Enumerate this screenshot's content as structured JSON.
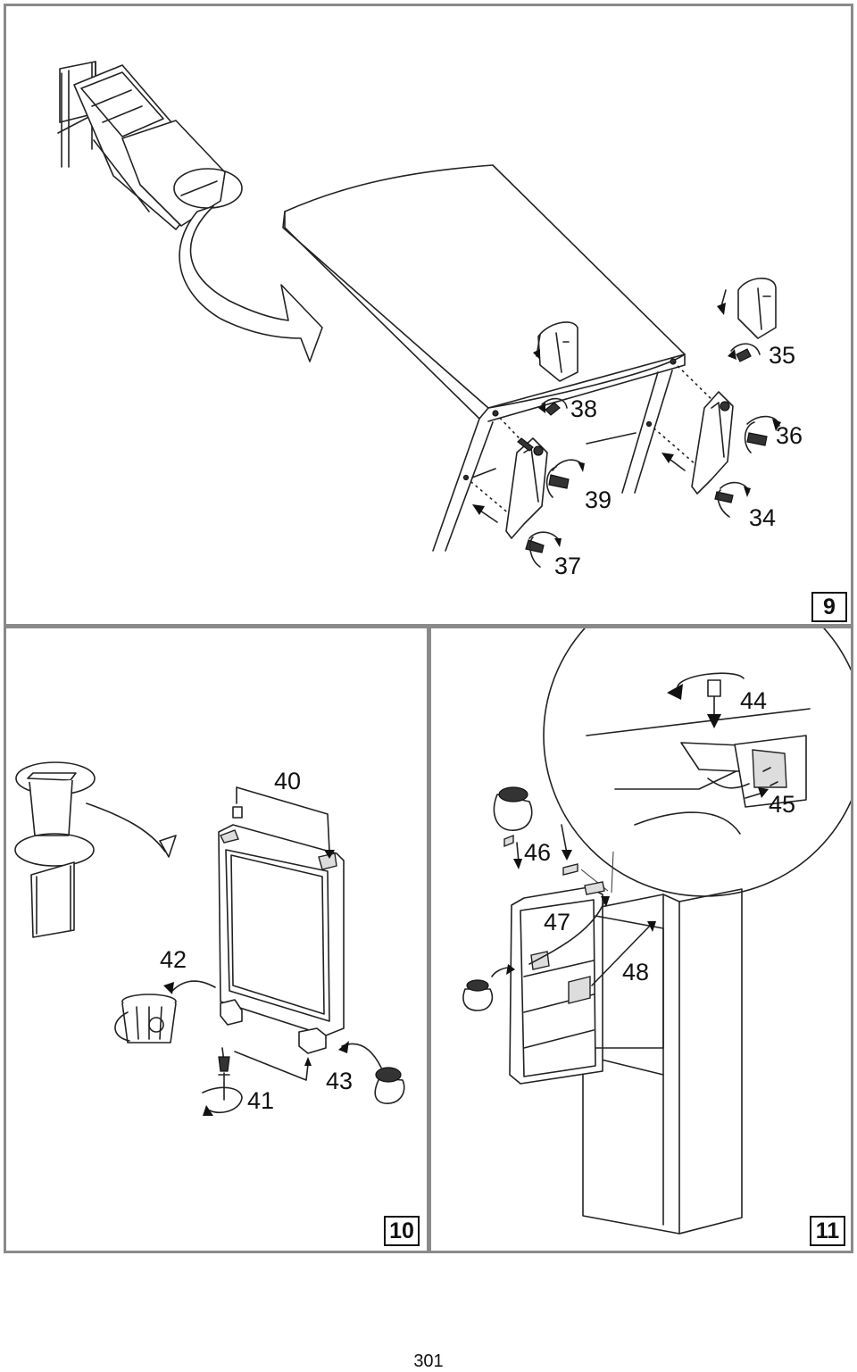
{
  "figures": [
    {
      "number": "9",
      "callouts": [
        "35",
        "38",
        "36",
        "39",
        "34",
        "37"
      ]
    },
    {
      "number": "10",
      "callouts": [
        "40",
        "42",
        "43",
        "41"
      ]
    },
    {
      "number": "11",
      "callouts": [
        "44",
        "45",
        "46",
        "47",
        "48"
      ]
    }
  ],
  "page_number": "301",
  "icons": [
    "recycle-bin-icon",
    "bag-icon",
    "screw-icon",
    "rotation-arrow-icon"
  ]
}
